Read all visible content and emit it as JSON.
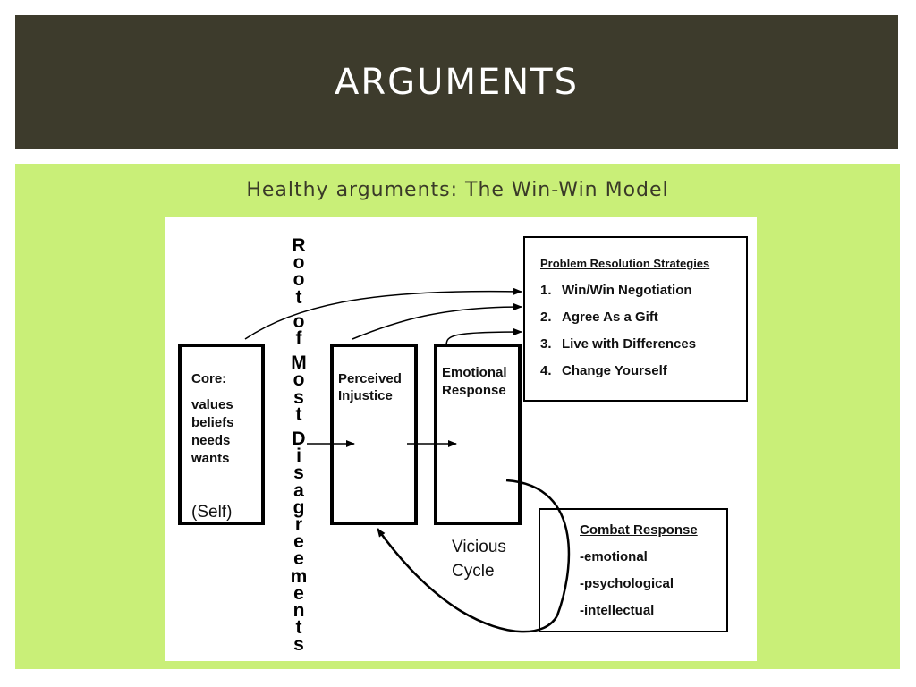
{
  "slide": {
    "title": "ARGUMENTS",
    "subtitle": "Healthy arguments: The Win-Win Model"
  },
  "colors": {
    "title_bar": "#3d3b2c",
    "content_panel": "#c9ef78",
    "diagram_background": "#ffffff"
  },
  "diagram": {
    "vertical_label": "Root of Most Disagreements",
    "core_box": {
      "heading": "Core:",
      "items": [
        "values",
        "beliefs",
        "needs",
        "wants"
      ],
      "footer": "(Self)"
    },
    "perceived_injustice_box": {
      "line1": "Perceived",
      "line2": "Injustice"
    },
    "emotional_response_box": {
      "line1": "Emotional",
      "line2": "Response"
    },
    "strategies_box": {
      "title": "Problem Resolution Strategies",
      "items": [
        {
          "num": "1.",
          "label": "Win/Win Negotiation"
        },
        {
          "num": "2.",
          "label": "Agree As a Gift"
        },
        {
          "num": "3.",
          "label": "Live with Differences"
        },
        {
          "num": "4.",
          "label": "Change Yourself"
        }
      ]
    },
    "combat_box": {
      "title": "Combat Response",
      "items": [
        "-emotional",
        "-psychological",
        "-intellectual"
      ]
    },
    "cycle_label": {
      "line1": "Vicious",
      "line2": "Cycle"
    }
  }
}
